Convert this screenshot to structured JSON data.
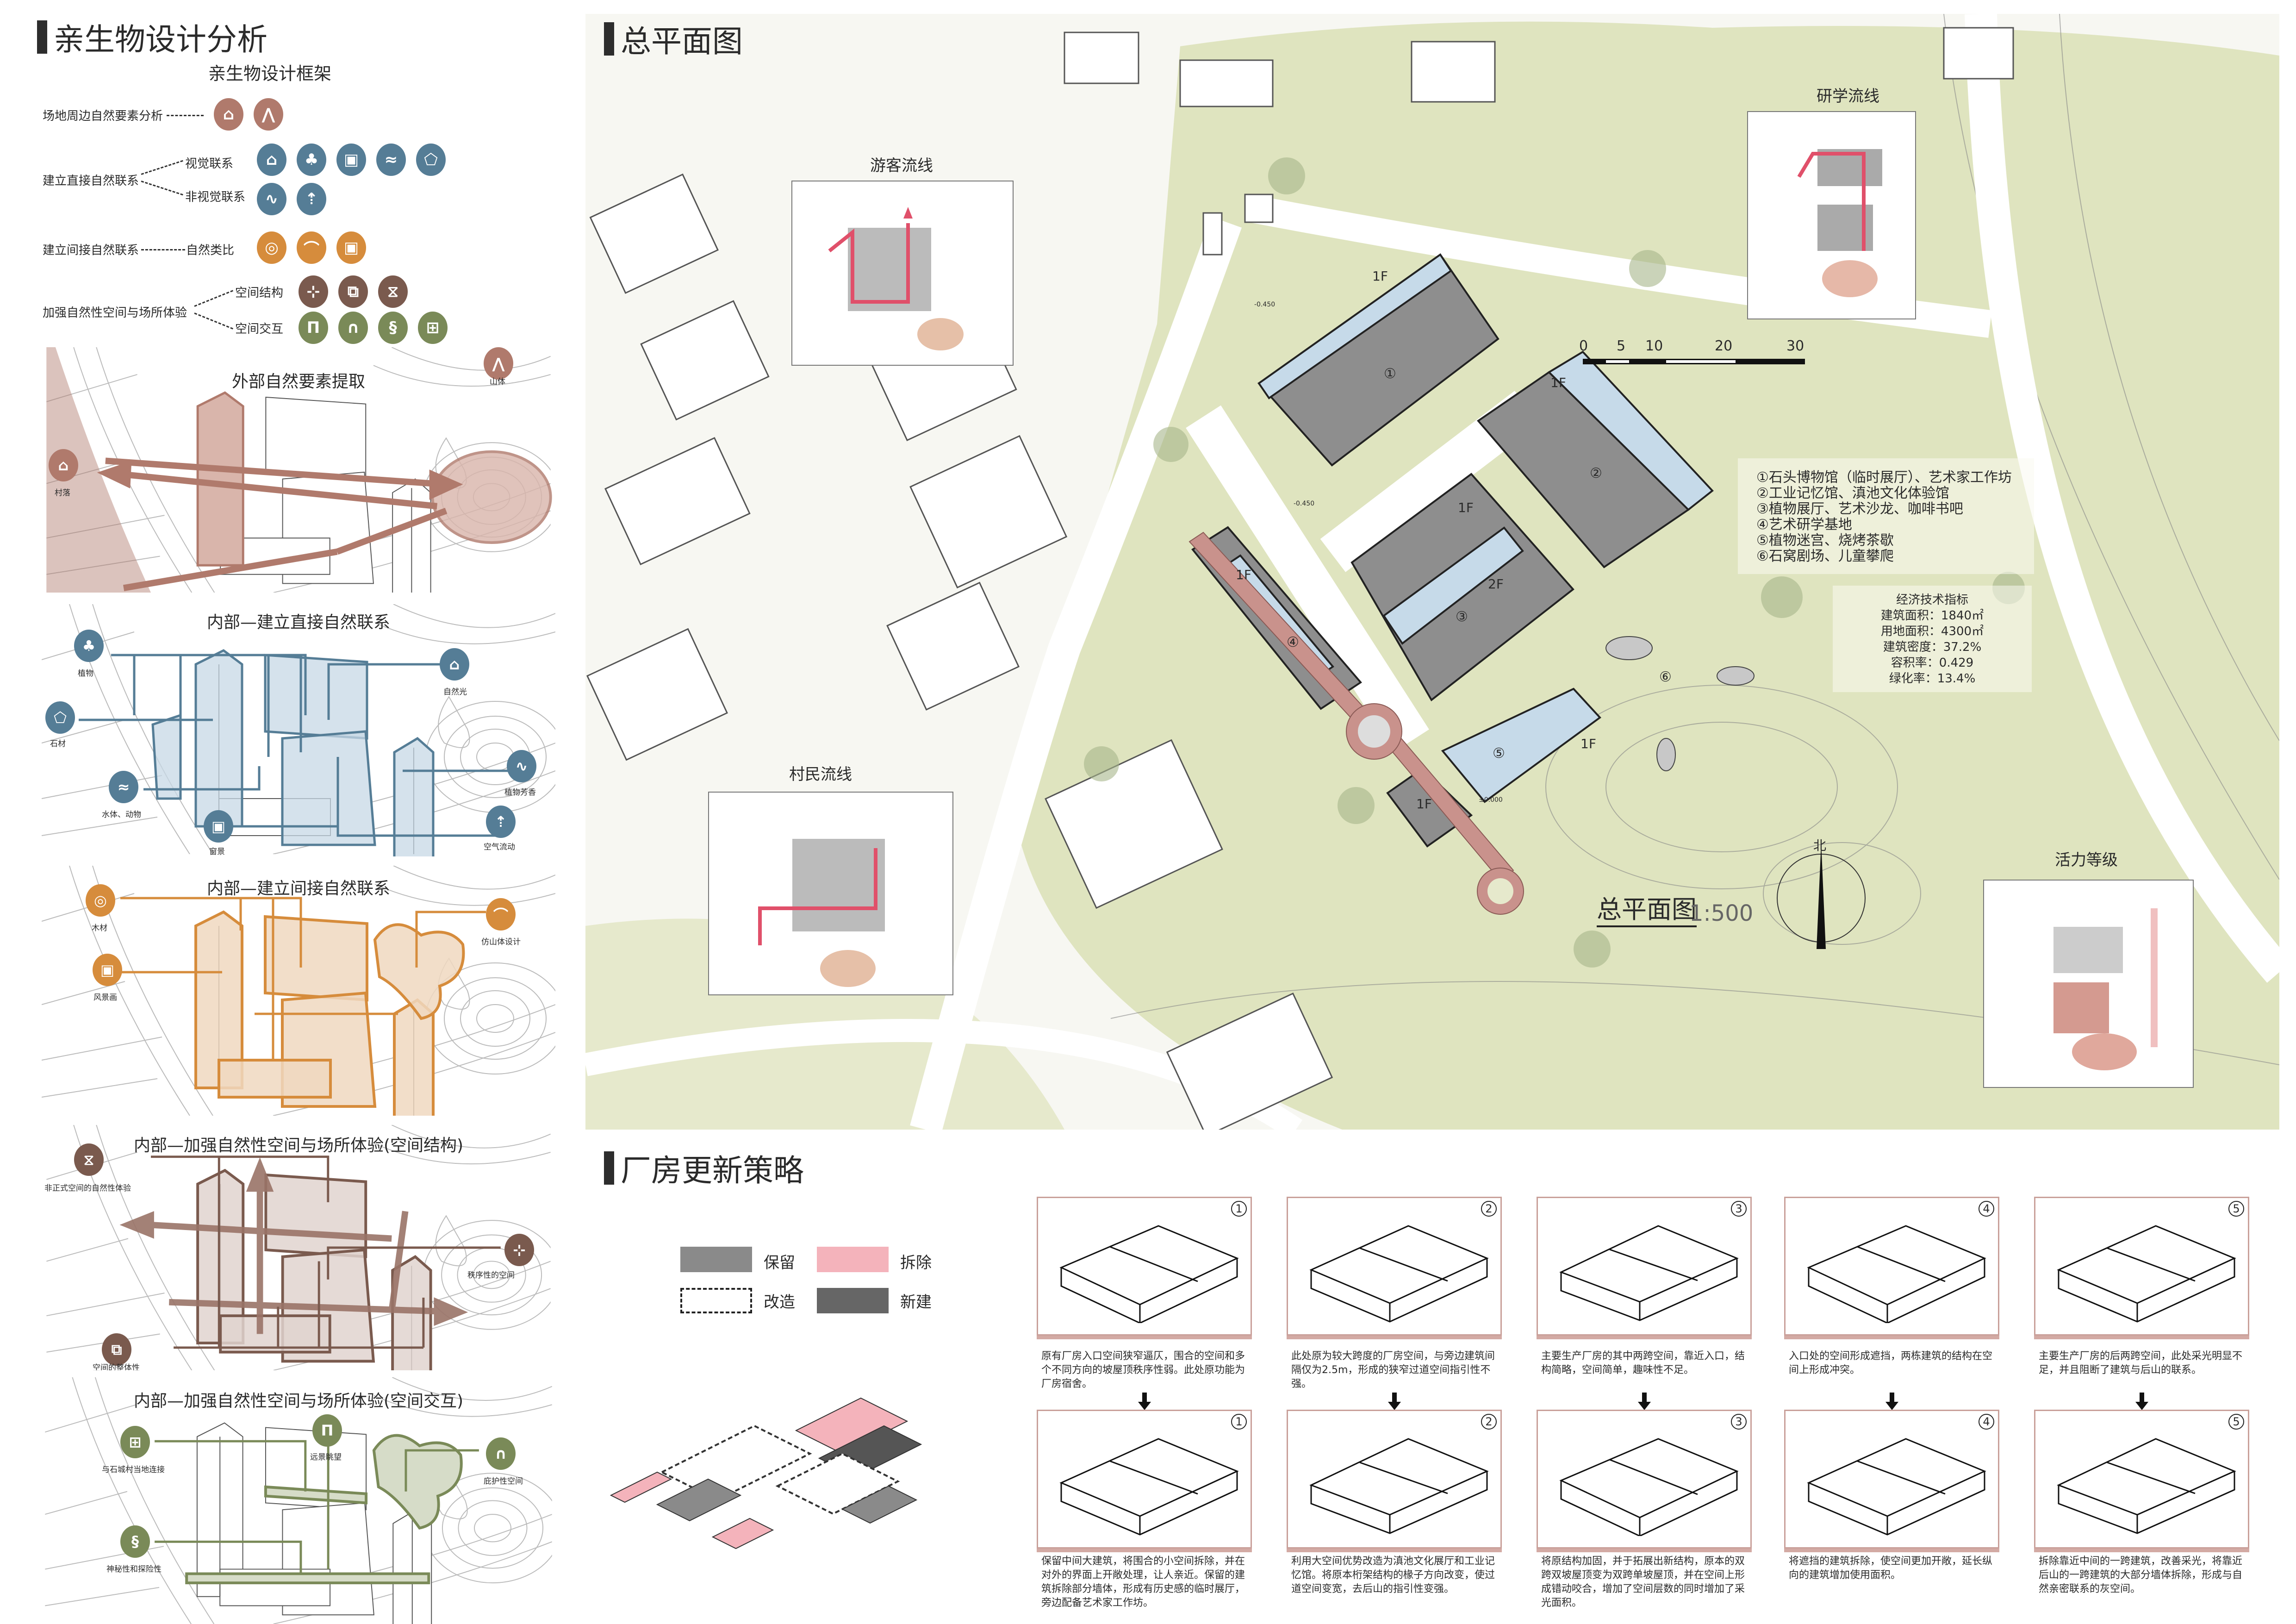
{
  "left": {
    "title": "亲生物设计分析",
    "framework_title": "亲生物设计框架",
    "rows": [
      {
        "label": "场地周边自然要素分析",
        "color": "#b07a6c",
        "icons": [
          "⌂",
          "⋀"
        ]
      },
      {
        "label": "建立直接自然联系",
        "sub": [
          "视觉联系",
          "非视觉联系"
        ],
        "color": "#557d96",
        "icons_visual": [
          "⌂",
          "♣",
          "▣",
          "≈",
          "⬠"
        ],
        "icons_nonvisual": [
          "∿",
          "⇡"
        ]
      },
      {
        "label": "建立间接自然联系",
        "sub": [
          "自然类比"
        ],
        "color": "#d68c3c",
        "icons": [
          "◎",
          "⌒",
          "▣"
        ]
      },
      {
        "label": "加强自然性空间与场所体验",
        "sub": [
          "空间结构",
          "空间交互"
        ],
        "color_structure": "#7a5a4e",
        "color_interaction": "#7a8a58",
        "icons_structure": [
          "⊹",
          "⧉",
          "⧖"
        ],
        "icons_interaction": [
          "Π",
          "∩",
          "§",
          "⊞"
        ]
      }
    ],
    "panels": {
      "external": {
        "title": "外部自然要素提取",
        "labels": [
          "村落",
          "山体"
        ]
      },
      "direct": {
        "title": "内部—建立直接自然联系",
        "labels": [
          "植物",
          "石材",
          "水体、动物",
          "窗景",
          "自然光",
          "植物芳香",
          "空气流动"
        ]
      },
      "indirect": {
        "title": "内部—建立间接自然联系",
        "labels": [
          "木材",
          "风景画",
          "仿山体设计"
        ]
      },
      "structure": {
        "title": "内部—加强自然性空间与场所体验(空间结构)",
        "labels": [
          "非正式空间的自然性体验",
          "秩序性的空间",
          "空间的整体性"
        ]
      },
      "interaction": {
        "title": "内部—加强自然性空间与场所体验(空间交互)",
        "labels": [
          "与石城村当地连接",
          "远景眺望",
          "庇护性空间",
          "神秘性和探险性"
        ]
      }
    }
  },
  "plan": {
    "title": "总平面图",
    "insets": {
      "tourist": "游客流线",
      "study": "研学流线",
      "villager": "村民流线",
      "vitality": "活力等级"
    },
    "legend": [
      "①石头博物馆（临时展厅）、艺术家工作坊",
      "②工业记忆馆、滇池文化体验馆",
      "③植物展厅、艺术沙龙、咖啡书吧",
      "④艺术研学基地",
      "⑤植物迷宫、烧烤茶歇",
      "⑥石窝剧场、儿童攀爬"
    ],
    "indicators": {
      "title": "经济技术指标",
      "items": [
        "建筑面积：1840㎡",
        "用地面积：4300㎡",
        "建筑密度：37.2%",
        "容积率：0.429",
        "绿化率：13.4%"
      ]
    },
    "building_numbers": [
      "①",
      "②",
      "③",
      "④",
      "⑤",
      "⑥"
    ],
    "floor_labels": {
      "f1": "1F",
      "f2": "2F"
    },
    "elevations": {
      "low": "-0.450",
      "zero": "±0.000"
    },
    "scale_ticks": [
      "0",
      "5",
      "10",
      "20",
      "30"
    ],
    "caption": "总平面图",
    "ratio": "1:500",
    "north": "北"
  },
  "strategy": {
    "title": "厂房更新策略",
    "legend": [
      {
        "label": "保留",
        "color": "#8a8a8a"
      },
      {
        "label": "拆除",
        "color": "#f4b3bb"
      },
      {
        "label": "改造",
        "color": "dashed"
      },
      {
        "label": "新建",
        "color": "#666666"
      }
    ],
    "columns": [
      {
        "num": "1",
        "before": "原有厂房入口空间狭窄逼仄，围合的空间和多个不同方向的坡屋顶秩序性弱。此处原功能为厂房宿舍。",
        "after": "保留中间大建筑，将围合的小空间拆除，并在对外的界面上开敞处理，让人亲近。保留的建筑拆除部分墙体，形成有历史感的临时展厅，旁边配备艺术家工作坊。"
      },
      {
        "num": "2",
        "before": "此处原为较大跨度的厂房空间，与旁边建筑间隔仅为2.5m，形成的狭窄过道空间指引性不强。",
        "after": "利用大空间优势改造为滇池文化展厅和工业记忆馆。将原本桁架结构的椽子方向改变，使过道空间变宽，去后山的指引性变强。"
      },
      {
        "num": "3",
        "before": "主要生产厂房的其中两跨空间，靠近入口，结构简略，空间简单，趣味性不足。",
        "after": "将原结构加固，并于拓展出新结构，原本的双跨双坡屋顶变为双跨单坡屋顶，并在空间上形成错动咬合，增加了空间层数的同时增加了采光面积。"
      },
      {
        "num": "4",
        "before": "入口处的空间形成遮挡，两栋建筑的结构在空间上形成冲突。",
        "after": "将遮挡的建筑拆除，使空间更加开敞，延长纵向的建筑增加使用面积。"
      },
      {
        "num": "5",
        "before": "主要生产厂房的后两跨空间，此处采光明显不足，并且阻断了建筑与后山的联系。",
        "after": "拆除靠近中间的一跨建筑，改善采光，将靠近后山的一跨建筑的大部分墙体拆除，形成与自然亲密联系的灰空间。"
      }
    ]
  }
}
